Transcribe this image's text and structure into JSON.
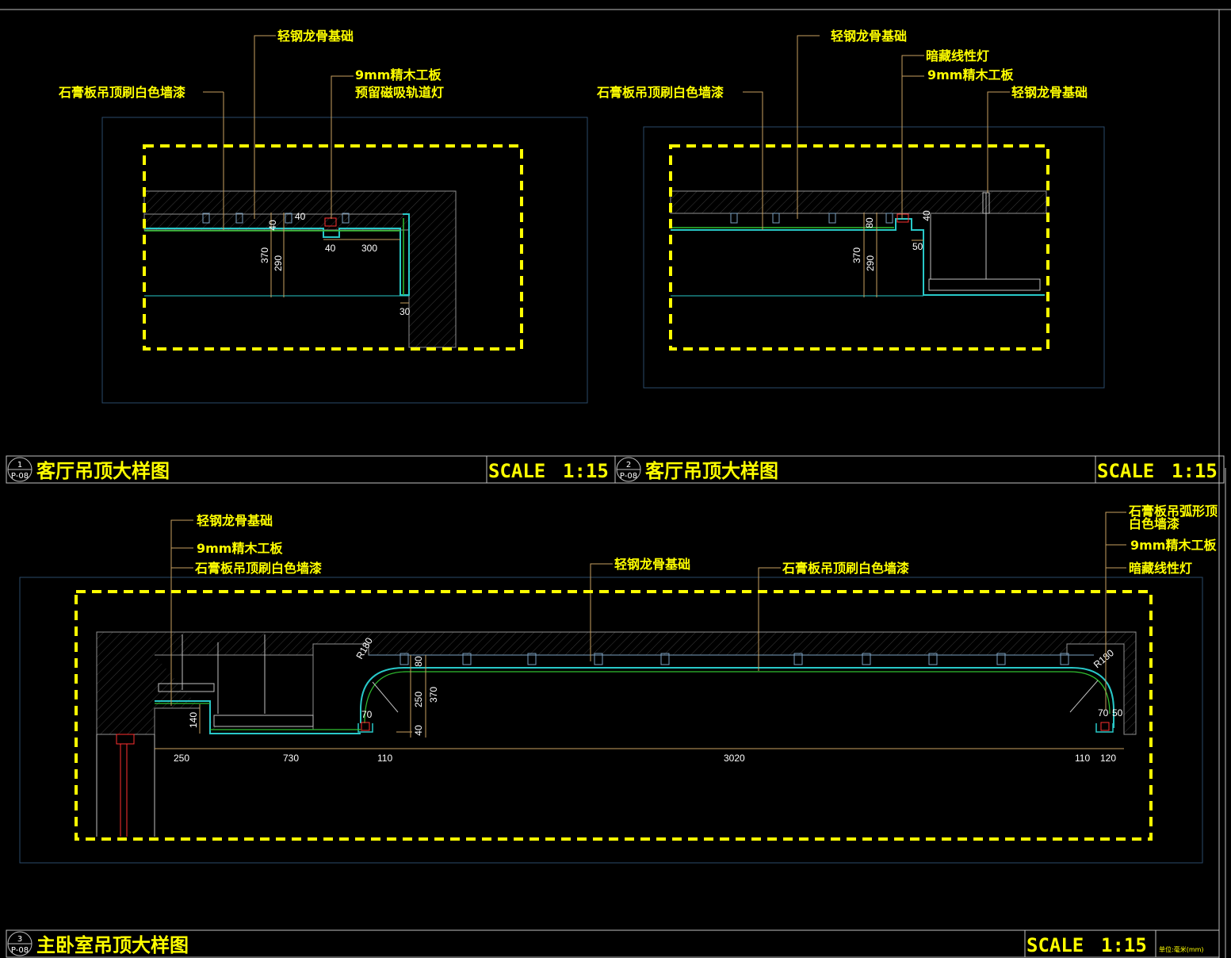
{
  "drawing1": {
    "number": "1",
    "sheet": "P-08",
    "title": "客厅吊顶大样图",
    "scale_label": "SCALE",
    "scale_value": "1:15",
    "labels": [
      "轻钢龙骨基础",
      "石膏板吊顶刷白色墙漆",
      "9mm精木工板",
      "预留磁吸轨道灯"
    ],
    "dims": [
      "40",
      "40",
      "370",
      "290",
      "40",
      "300",
      "30"
    ]
  },
  "drawing2": {
    "number": "2",
    "sheet": "P-08",
    "title": "客厅吊顶大样图",
    "scale_label": "SCALE",
    "scale_value": "1:15",
    "labels": [
      "轻钢龙骨基础",
      "暗藏线性灯",
      "9mm精木工板",
      "石膏板吊顶刷白色墙漆",
      "轻钢龙骨基础"
    ],
    "dims": [
      "80",
      "40",
      "370",
      "290",
      "50"
    ]
  },
  "drawing3": {
    "number": "3",
    "sheet": "P-08",
    "title": "主卧室吊顶大样图",
    "scale_label": "SCALE",
    "scale_value": "1:15",
    "labels": [
      "轻钢龙骨基础",
      "9mm精木工板",
      "石膏板吊顶刷白色墙漆",
      "轻钢龙骨基础",
      "石膏板吊顶刷白色墙漆",
      "石膏板吊弧形顶",
      "白色墙漆",
      "9mm精木工板",
      "暗藏线性灯"
    ],
    "dims": [
      "R180",
      "R180",
      "80",
      "250",
      "370",
      "140",
      "70",
      "40",
      "70",
      "50",
      "250",
      "730",
      "110",
      "3020",
      "110",
      "120"
    ]
  },
  "unit_note": "单位:毫米(mm)",
  "colors": {
    "background": "#000000",
    "label": "#ffff00",
    "leader": "#c8a060",
    "highlight_frame": "#ffff00",
    "cyan_line": "#28c8c8",
    "green_line": "#30c030",
    "red_line": "#ff2020"
  }
}
